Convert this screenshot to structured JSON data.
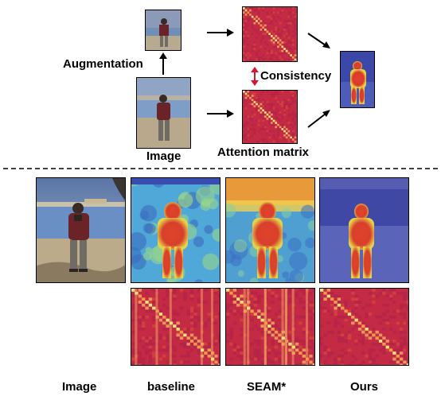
{
  "top": {
    "augmentation_label": "Augmentation",
    "consistency_label": "Consistency",
    "image_label": "Image",
    "attention_label": "Attention matrix"
  },
  "bottom": {
    "columns": [
      "Image",
      "baseline",
      "SEAM*",
      "Ours"
    ]
  },
  "colors": {
    "attention_bg": "#c42a44",
    "consistency_arrow": "#d6182c",
    "divider": "#000000"
  }
}
